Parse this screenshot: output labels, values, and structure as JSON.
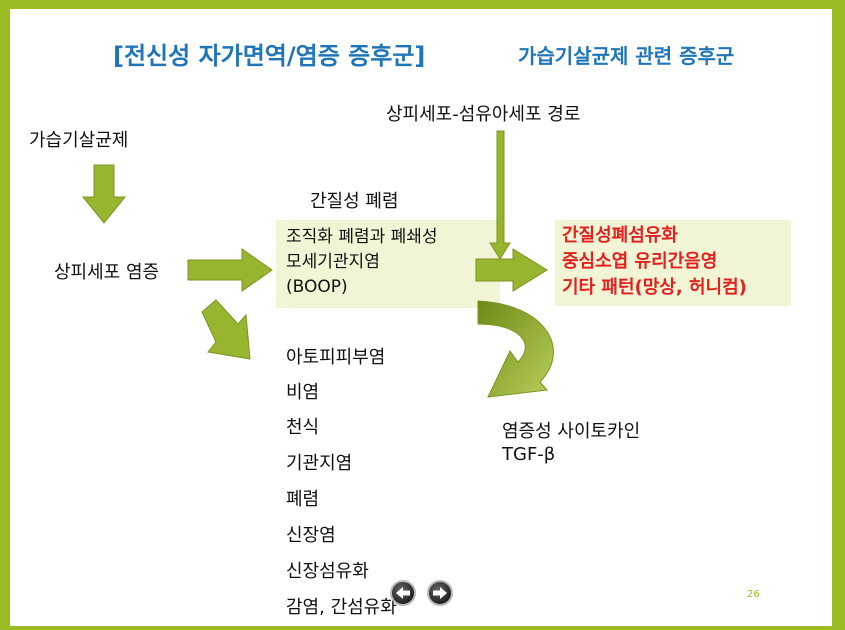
{
  "title": {
    "main": "[전신성 자가면역/염증 증후군]",
    "sub": "가습기살균제 관련 증후군"
  },
  "nodes": {
    "humidifier": "가습기살균제",
    "epithelial_inflammation": "상피세포 염증",
    "emt_path": "상피세포-섬유아세포 경로",
    "interstitial_pneumonia_label": "간질성 폐렴",
    "box_lines": [
      "조직화 폐렴과 폐쇄성",
      "모세기관지염",
      "(BOOP)"
    ],
    "red_lines": [
      "간질성폐섬유화",
      "중심소엽 유리간음영",
      "기타 패턴(망상, 허니컴)"
    ],
    "cytokine_lines": [
      "염증성 사이토카인",
      "TGF-β"
    ]
  },
  "list_items": [
    "아토피피부염",
    "비염",
    "천식",
    "기관지염",
    "폐렴",
    "신장염",
    "신장섬유화",
    "감염, 간섬유화"
  ],
  "footer": {
    "page_number": "26"
  },
  "colors": {
    "accent_green": "#9bbb23",
    "arrow_fill": "#98b530",
    "title_blue": "#1f75b8",
    "highlight_red": "#e41f1f",
    "box_fill": "#f2f5d5"
  },
  "icons": {
    "prev": "arrow-left-icon",
    "next": "arrow-right-icon"
  }
}
